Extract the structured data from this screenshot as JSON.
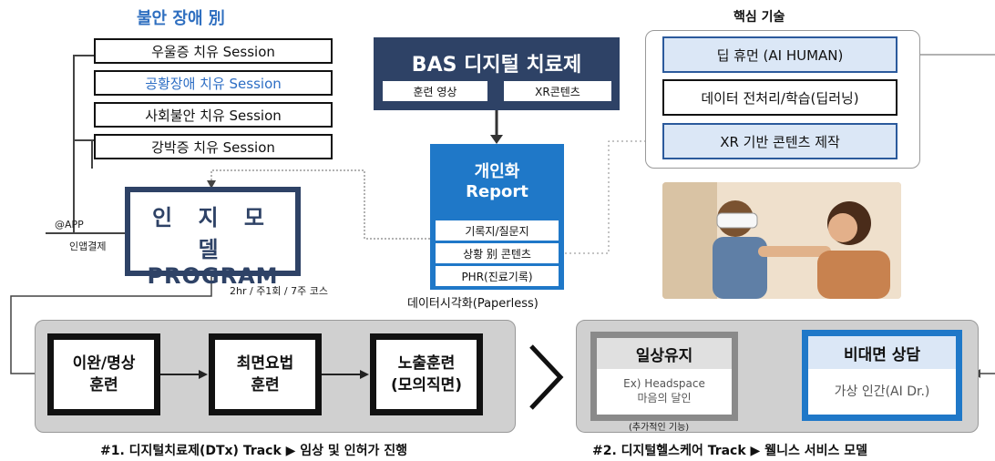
{
  "left": {
    "title": "불안 장애 別",
    "sessions": [
      {
        "label": "우울증 치유 Session",
        "highlight": false
      },
      {
        "label": "공황장애 치유 Session",
        "highlight": true
      },
      {
        "label": "사회불안 치유 Session",
        "highlight": false
      },
      {
        "label": "강박증 치유 Session",
        "highlight": false
      }
    ],
    "app_label": "@APP",
    "app_sub": "인앱결제"
  },
  "model": {
    "line1": "인 지 모 델",
    "line2": "PROGRAM",
    "course_note": "2hr / 주1회 / 7주 코스"
  },
  "bas": {
    "title": "BAS 디지털 치료제",
    "tags": [
      "훈련 영상",
      "XR콘텐츠"
    ]
  },
  "report": {
    "title_line1": "개인화",
    "title_line2": "Report",
    "items": [
      "기록지/질문지",
      "상황 别 콘텐츠",
      "PHR(진료기록)"
    ],
    "caption": "데이터시각화(Paperless)"
  },
  "core": {
    "title": "핵심 기술",
    "items": [
      {
        "label": "딥 휴먼 (AI HUMAN)",
        "style": "blue"
      },
      {
        "label": "데이터 전처리/학습(딥러닝)",
        "style": "plain"
      },
      {
        "label": "XR 기반 콘텐츠 제작",
        "style": "blue"
      }
    ]
  },
  "track1": {
    "steps": [
      {
        "line1": "이완/명상",
        "line2": "훈련"
      },
      {
        "line1": "최면요법",
        "line2": "훈련"
      },
      {
        "line1": "노출훈련",
        "line2": "(모의직면)"
      }
    ],
    "caption": "#1. 디지털치료제(DTx) Track ▶ 임상 및 인허가 진행"
  },
  "track2": {
    "daily": {
      "title": "일상유지",
      "line1": "Ex) Headspace",
      "line2": "마음의 달인",
      "note": "(추가적인 기능)"
    },
    "plus": "+",
    "remote": {
      "title": "비대면 상담",
      "sub": "가상 인간(AI Dr.)"
    },
    "caption": "#2. 디지털헬스케어 Track ▶ 웰니스 서비스 모델"
  },
  "colors": {
    "navy": "#2e4266",
    "blue": "#1f78c8",
    "light_blue": "#dbe7f6",
    "accent_blue": "#2d6ec4",
    "gray_panel": "#d0d0d0"
  }
}
